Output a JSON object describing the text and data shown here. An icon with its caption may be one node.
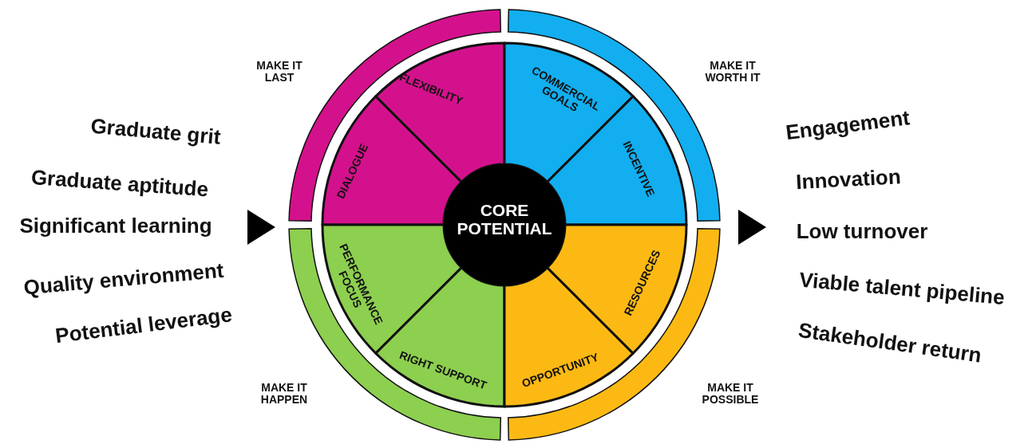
{
  "diagram": {
    "nodes": [
      {
        "text": [
          "MAKE IT LAST"
        ]
      },
      {
        "text": [
          "MAKE IT WORTH IT"
        ]
      },
      {
        "text": [
          "MAKE IT HAPPEN"
        ]
      },
      {
        "text": [
          "MAKE IT POSSIBLE"
        ]
      },
      {
        "text": [
          "DIALOGUE"
        ]
      },
      {
        "text": [
          "FLEXIBILITY"
        ]
      },
      {
        "text": [
          "COMMERCIAL GOALS"
        ]
      },
      {
        "text": [
          "INCENTIVE"
        ]
      },
      {
        "text": [
          "PERFORMANCE FOCUS"
        ]
      },
      {
        "text": [
          "RIGHT SUPPORT"
        ]
      },
      {
        "text": [
          "OPPORTUNITY"
        ]
      },
      {
        "text": [
          "RESOURCES"
        ]
      },
      {
        "text": [
          "CORE POTENTIAL"
        ]
      }
    ],
    "labels": [
      "Graduate grit",
      "Graduate aptitude",
      "Significant learning",
      "Quality environment",
      "Potential leverage",
      "Engagement",
      "Innovation",
      "Low turnover",
      "Viable talent pipeline",
      "Stakeholder return"
    ]
  }
}
